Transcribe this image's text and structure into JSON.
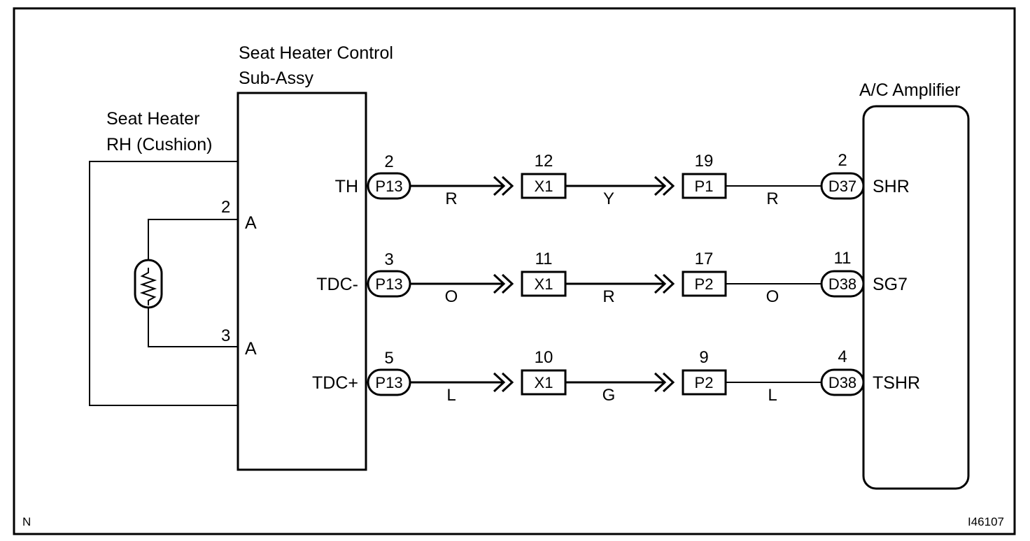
{
  "components": {
    "control": {
      "title_line1": "Seat Heater Control",
      "title_line2": "Sub-Assy"
    },
    "heater": {
      "title_line1": "Seat Heater",
      "title_line2": "RH (Cushion)",
      "pin_top_num": "2",
      "pin_top_letter": "A",
      "pin_bot_num": "3",
      "pin_bot_letter": "A"
    },
    "amplifier": {
      "title": "A/C Amplifier"
    }
  },
  "circuits": [
    {
      "signal": "TH",
      "c1_pin": "2",
      "c1": "P13",
      "w1": "R",
      "c2_pin": "12",
      "c2": "X1",
      "w2": "Y",
      "c3_pin": "19",
      "c3": "P1",
      "w3": "R",
      "c4_pin": "2",
      "c4": "D37",
      "term": "SHR"
    },
    {
      "signal": "TDC-",
      "c1_pin": "3",
      "c1": "P13",
      "w1": "O",
      "c2_pin": "11",
      "c2": "X1",
      "w2": "R",
      "c3_pin": "17",
      "c3": "P2",
      "w3": "O",
      "c4_pin": "11",
      "c4": "D38",
      "term": "SG7"
    },
    {
      "signal": "TDC+",
      "c1_pin": "5",
      "c1": "P13",
      "w1": "L",
      "c2_pin": "10",
      "c2": "X1",
      "w2": "G",
      "c3_pin": "9",
      "c3": "P2",
      "w3": "L",
      "c4_pin": "4",
      "c4": "D38",
      "term": "TSHR"
    }
  ],
  "footer": {
    "corner_left": "N",
    "figure_id": "I46107"
  }
}
